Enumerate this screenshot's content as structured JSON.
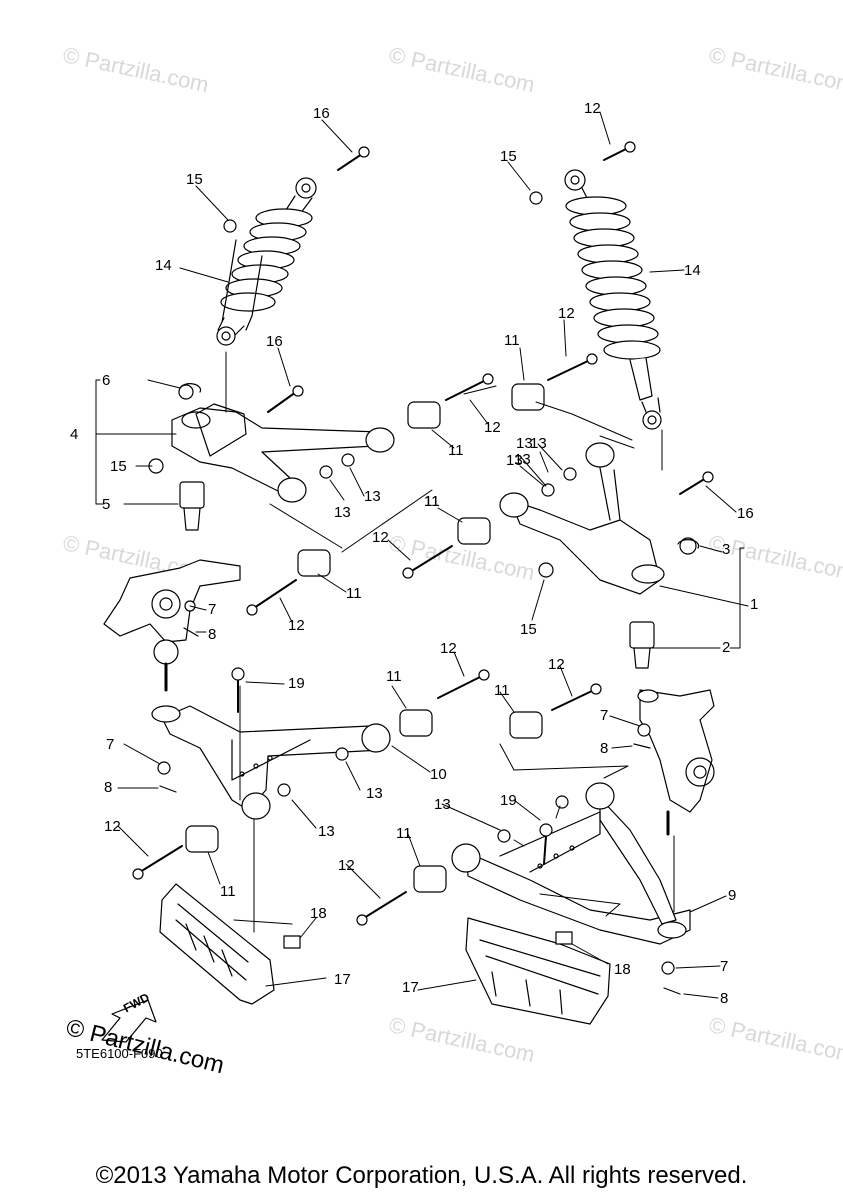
{
  "watermarks": [
    "© Partzilla.com",
    "© Partzilla.com",
    "© Partzilla.com",
    "© Partzilla.com",
    "© Partzilla.com",
    "© Partzilla.com",
    "© Partzilla.com",
    "© Partzilla.com"
  ],
  "brand_mark": "© Partzilla.com",
  "fwd_label": "FWD",
  "diagram_code": "5TE6100-F090",
  "copyright": "©2013 Yamaha Motor Corporation, U.S.A. All rights reserved.",
  "callouts": [
    "16",
    "15",
    "14",
    "16",
    "6",
    "4",
    "15",
    "5",
    "7",
    "8",
    "11",
    "12",
    "13",
    "13",
    "11",
    "12",
    "11",
    "13",
    "13",
    "16",
    "15",
    "14",
    "12",
    "11",
    "12",
    "13",
    "13",
    "11",
    "12",
    "3",
    "1",
    "15",
    "2",
    "19",
    "11",
    "12",
    "11",
    "12",
    "7",
    "8",
    "10",
    "13",
    "12",
    "11",
    "17",
    "18",
    "7",
    "8",
    "13",
    "19",
    "11",
    "12",
    "13",
    "9",
    "18",
    "17",
    "7",
    "8"
  ]
}
